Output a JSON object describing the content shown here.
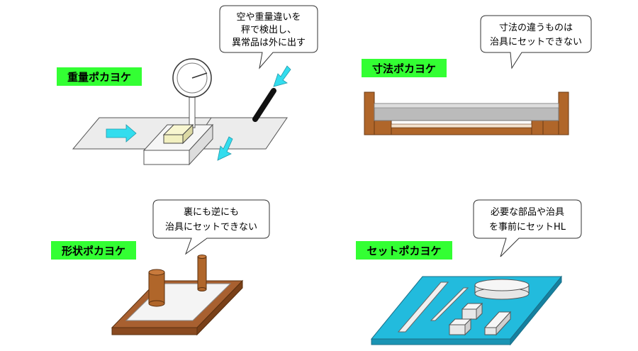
{
  "panels": {
    "weight": {
      "label": "重量ポカヨケ",
      "bubble": [
        "空や重量違いを",
        "秤で検出し、",
        "異常品は外に出す"
      ]
    },
    "dimension": {
      "label": "寸法ポカヨケ",
      "bubble": [
        "寸法の違うものは",
        "治具にセットできない"
      ]
    },
    "shape": {
      "label": "形状ポカヨケ",
      "bubble": [
        "裏にも逆にも",
        "治具にセットできない"
      ]
    },
    "set": {
      "label": "セットポカヨケ",
      "bubble": [
        "必要な部品や治具",
        "を事前にセットHL"
      ]
    }
  },
  "colors": {
    "label_bg": "#33ff33",
    "arrow": "#33ddee",
    "jig_brown": "#b0662a",
    "jig_gray": "#bbbbbb",
    "work_yellow": "#f2f0c0",
    "board_cyan": "#22bbdd"
  }
}
